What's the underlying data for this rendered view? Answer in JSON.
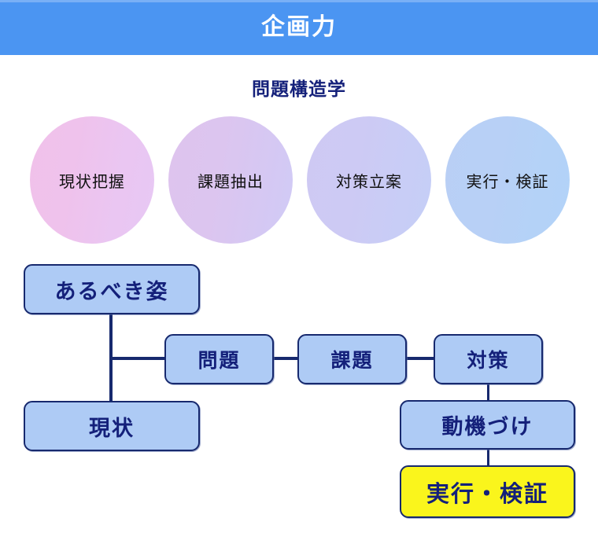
{
  "header": {
    "title": "企画力",
    "band_color": "#4b95f2",
    "title_color": "#ffffff"
  },
  "subtitle": {
    "text": "問題構造学",
    "color": "#14207a"
  },
  "circles": [
    {
      "label": "現状把握",
      "color": "#efc2ec"
    },
    {
      "label": "課題抽出",
      "color": "#dcc5ef"
    },
    {
      "label": "対策立案",
      "color": "#cdcaf4"
    },
    {
      "label": "実行・検証",
      "color": "#b8d0f6"
    }
  ],
  "flow": {
    "node_fill": "#aecbf5",
    "node_border": "#17296e",
    "node_text_color": "#14207a",
    "highlight_fill": "#faf51c",
    "nodes": {
      "ideal": "あるべき姿",
      "current": "現状",
      "problem": "問題",
      "issue": "課題",
      "countermeasure": "対策",
      "motivation": "動機づけ",
      "execution": "実行・検証"
    }
  }
}
